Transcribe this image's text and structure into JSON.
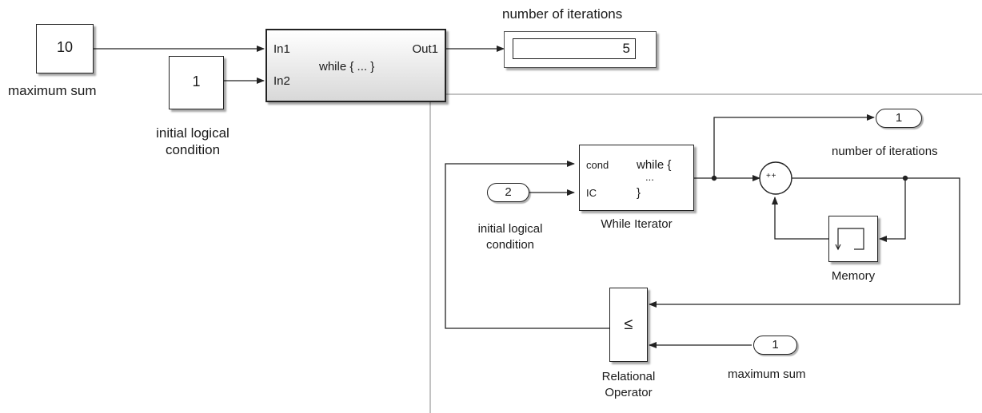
{
  "top_model": {
    "const_max_sum": "10",
    "const_max_sum_label": "maximum sum",
    "const_init_cond": "1",
    "const_init_cond_label": "initial logical\ncondition",
    "subsystem": {
      "in1": "In1",
      "in2": "In2",
      "out1": "Out1",
      "body": "while { ... }"
    },
    "display_title": "number of iterations",
    "display_value": "5"
  },
  "inner_model": {
    "outport_num": "1",
    "outport_label": "number of iterations",
    "inport_ic_num": "2",
    "inport_ic_label": "initial logical\ncondition",
    "while_block": {
      "cond": "cond",
      "ic": "IC",
      "text1": "while {",
      "dots": "...",
      "text2": "}",
      "label": "While Iterator"
    },
    "sum_signs": "+ +",
    "memory_label": "Memory",
    "relop_symbol": "≤",
    "relop_label": "Relational\nOperator",
    "inport_max_num": "1",
    "inport_max_label": "maximum sum"
  },
  "colors": {
    "line": "#222222",
    "subsystem_fill": "#eeeeee",
    "inner_border": "#9a9a9a"
  }
}
